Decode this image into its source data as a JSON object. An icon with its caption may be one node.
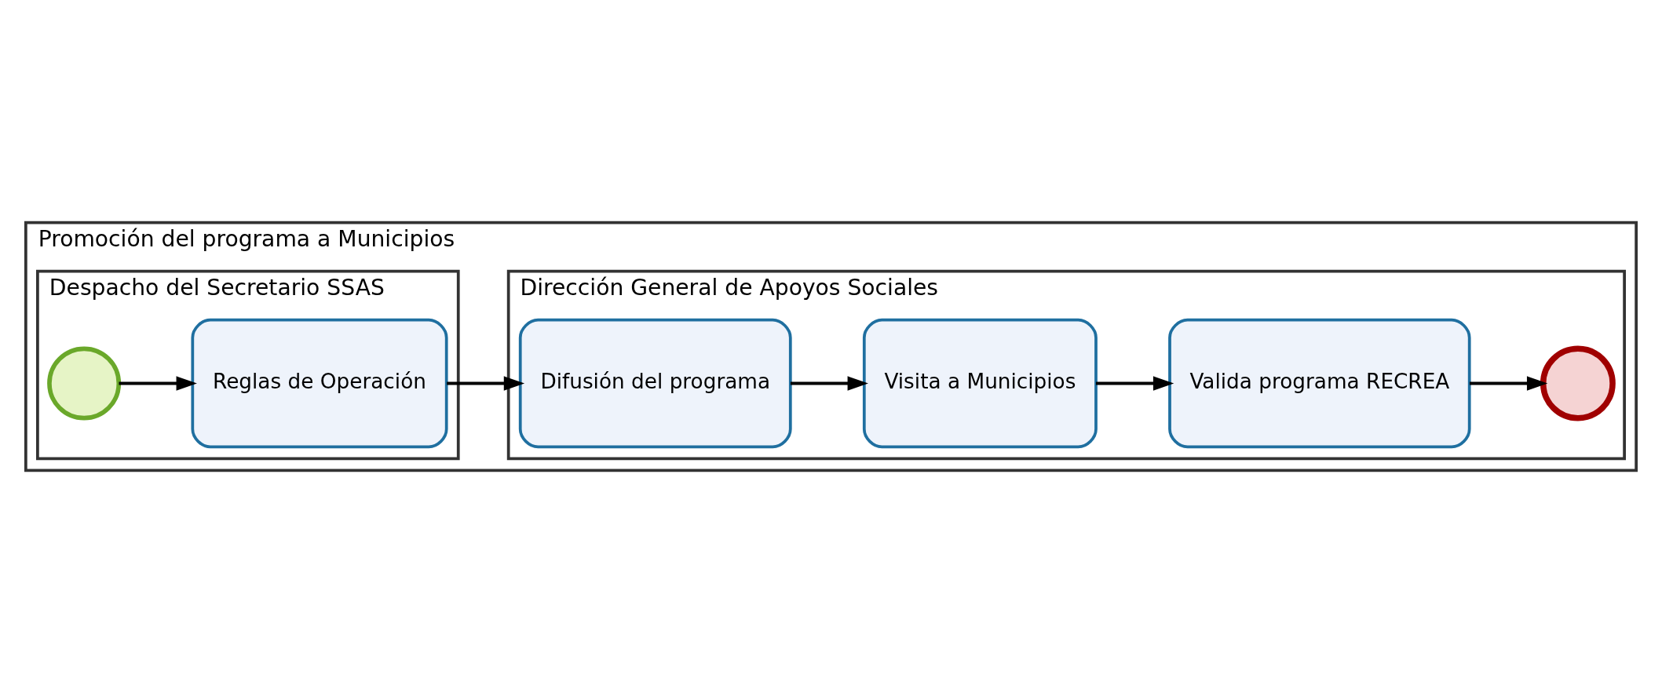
{
  "diagram": {
    "nodes": [
      {
        "text": [
          "Promoción del programa a Municipios"
        ]
      },
      {
        "text": [
          "Despacho del Secretario SSAS"
        ],
        "in": 0
      },
      {
        "text": [
          "Dirección General de Apoyos Sociales"
        ],
        "in": 0
      },
      {
        "text": [],
        "shape": "circle",
        "in": 1
      },
      {
        "text": [
          "Reglas de Operación"
        ],
        "in": 1
      },
      {
        "text": [
          "Difusión del programa"
        ],
        "in": 2
      },
      {
        "text": [
          "Visita a Municipios"
        ],
        "in": 2
      },
      {
        "text": [
          "Valida programa RECREA"
        ],
        "in": 2
      },
      {
        "text": [],
        "shape": "circle",
        "in": 2
      }
    ],
    "edges": [
      {
        "from": 3,
        "to": 4,
        "arrow": "to"
      },
      {
        "from": 4,
        "to": 5,
        "arrow": "to"
      },
      {
        "from": 5,
        "to": 6,
        "arrow": "to"
      },
      {
        "from": 6,
        "to": 7,
        "arrow": "to"
      },
      {
        "from": 7,
        "to": 8,
        "arrow": "to"
      }
    ]
  }
}
